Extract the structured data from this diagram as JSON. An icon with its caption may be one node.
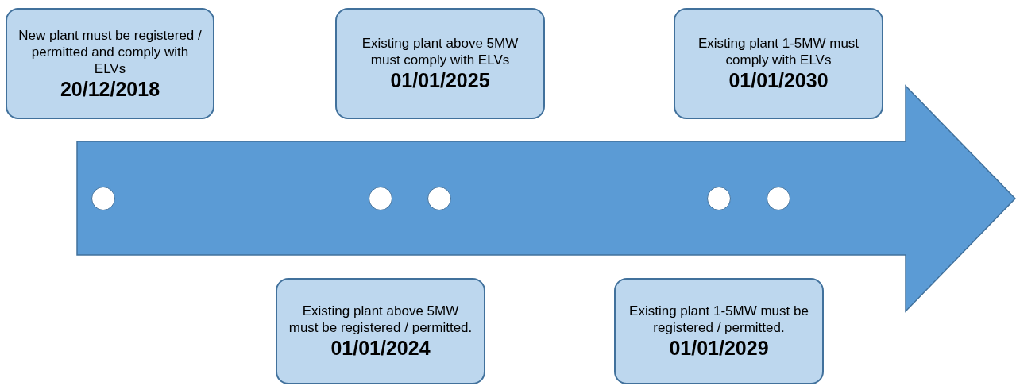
{
  "diagram": {
    "nodes": [
      {
        "text": [
          "New plant must be registered / permitted and comply with ELVs",
          "20/12/2018"
        ]
      },
      {
        "text": [
          "Existing plant above 5MW must comply with ELVs",
          "01/01/2025"
        ]
      },
      {
        "text": [
          "Existing plant 1-5MW must comply with ELVs",
          "01/01/2030"
        ]
      },
      {
        "text": [],
        "shape": "circle"
      },
      {
        "text": [],
        "shape": "circle"
      },
      {
        "text": [],
        "shape": "circle"
      },
      {
        "text": [],
        "shape": "circle"
      },
      {
        "text": [],
        "shape": "circle"
      },
      {
        "text": [
          "Existing plant above 5MW must be registered / permitted.",
          "01/01/2024"
        ]
      },
      {
        "text": [
          "Existing plant 1-5MW must be registered / permitted.",
          "01/01/2029"
        ]
      }
    ]
  }
}
